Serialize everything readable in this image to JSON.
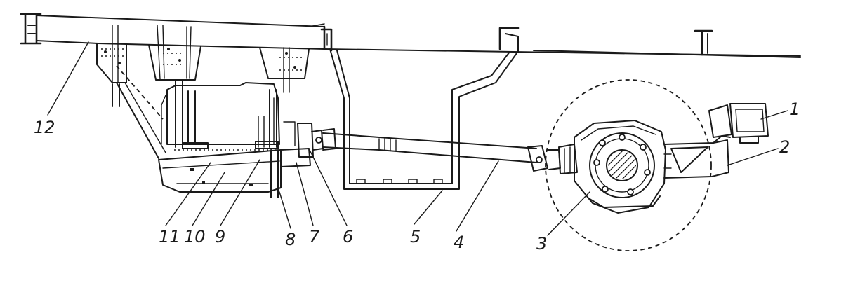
{
  "diagram": {
    "callouts": [
      {
        "id": "c1",
        "label": "1"
      },
      {
        "id": "c2",
        "label": "2"
      },
      {
        "id": "c3",
        "label": "3"
      },
      {
        "id": "c4",
        "label": "4"
      },
      {
        "id": "c5",
        "label": "5"
      },
      {
        "id": "c6",
        "label": "6"
      },
      {
        "id": "c7",
        "label": "7"
      },
      {
        "id": "c8",
        "label": "8"
      },
      {
        "id": "c9",
        "label": "9"
      },
      {
        "id": "c10",
        "label": "10"
      },
      {
        "id": "c11",
        "label": "11"
      },
      {
        "id": "c12",
        "label": "12"
      }
    ],
    "colors": {
      "ink": "#1a1a1a",
      "paper": "#ffffff"
    }
  }
}
